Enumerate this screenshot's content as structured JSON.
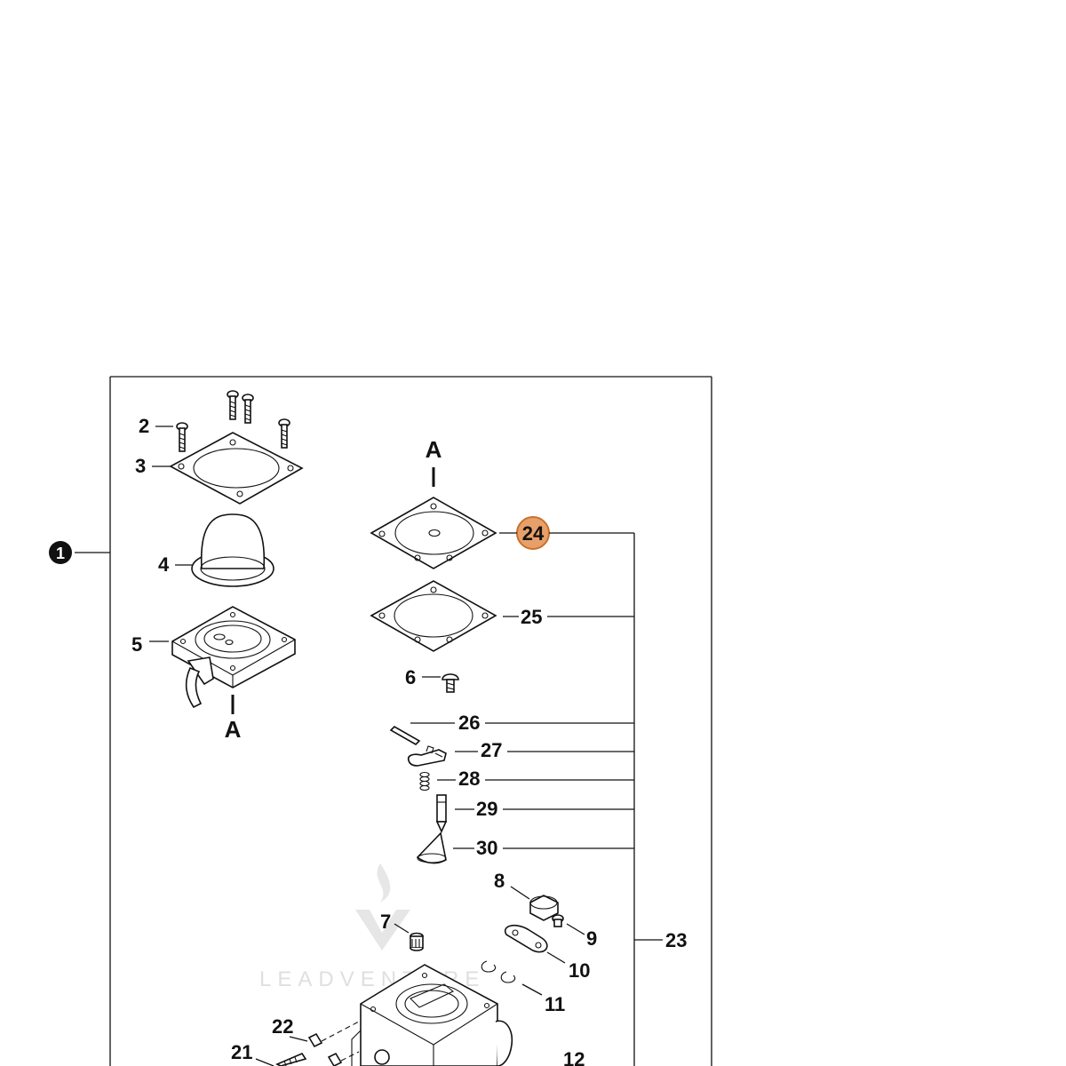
{
  "diagram": {
    "callouts": {
      "c1": "1",
      "c2": "2",
      "c3": "3",
      "c4": "4",
      "c5": "5",
      "c6": "6",
      "c7": "7",
      "c8": "8",
      "c9": "9",
      "c10": "10",
      "c11": "11",
      "c12": "12",
      "c21": "21",
      "c22": "22",
      "c23": "23",
      "c24": "24",
      "c25": "25",
      "c26": "26",
      "c27": "27",
      "c28": "28",
      "c29": "29",
      "c30": "30"
    },
    "section_marker": "A",
    "highlighted_callout": "24",
    "highlight_color": "#e8a06a",
    "highlight_stroke": "#c9712a",
    "watermark": "LEADVENTURE"
  }
}
